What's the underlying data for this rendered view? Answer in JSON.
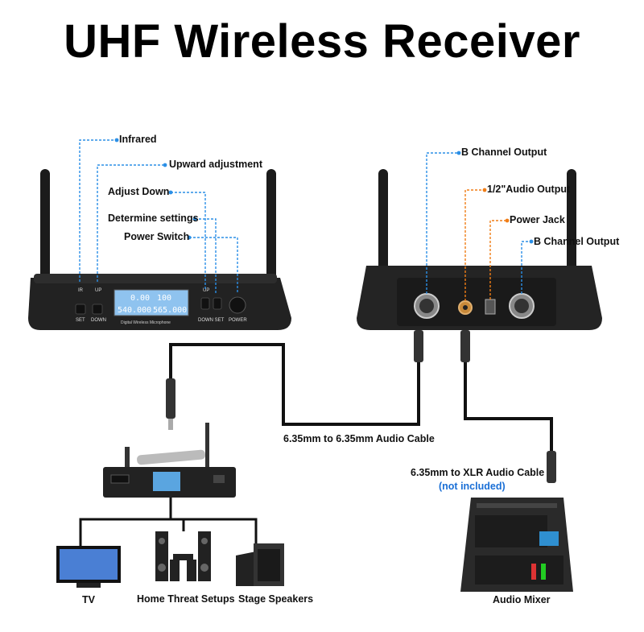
{
  "title": "UHF Wireless Receiver",
  "front_callouts": {
    "infrared": "Infrared",
    "upward_adjustment": "Upward adjustment",
    "adjust_down": "Adjust Down",
    "determine_settings": "Determine settings",
    "power_switch": "Power Switch"
  },
  "rear_callouts": {
    "b_channel_output_1": "B Channel Output",
    "audio_output": "1/2\"Audio Output",
    "power_jack": "Power Jack",
    "b_channel_output_2": "B Channel Output"
  },
  "receiver_front": {
    "ir_label": "IR",
    "up_label": "UP",
    "up_label_right": "UP",
    "set_label": "SET",
    "down_label": "DOWN",
    "down_set_label": "DOWN SET",
    "power_label": "POWER",
    "lcd_left_top": "0.00",
    "lcd_right_top": "100",
    "lcd_left_freq": "540.000",
    "lcd_right_freq": "565.000",
    "brand_strip": "Digital Wireless Microphone"
  },
  "cables": {
    "cable_635": "6.35mm to 6.35mm Audio Cable",
    "cable_xlr": "6.35mm to XLR Audio Cable",
    "cable_xlr_note": "(not included)"
  },
  "destinations": {
    "tv": "TV",
    "home_theater": "Home Threat Setups",
    "stage_speakers": "Stage Speakers",
    "audio_mixer": "Audio Mixer"
  },
  "colors": {
    "callout_line": "#2b8fe6",
    "callout_line_orange": "#f07d16",
    "device_body": "#222222",
    "lcd_bg": "#8fc3ef",
    "cable": "#111111",
    "note_blue": "#1a6fd6"
  }
}
